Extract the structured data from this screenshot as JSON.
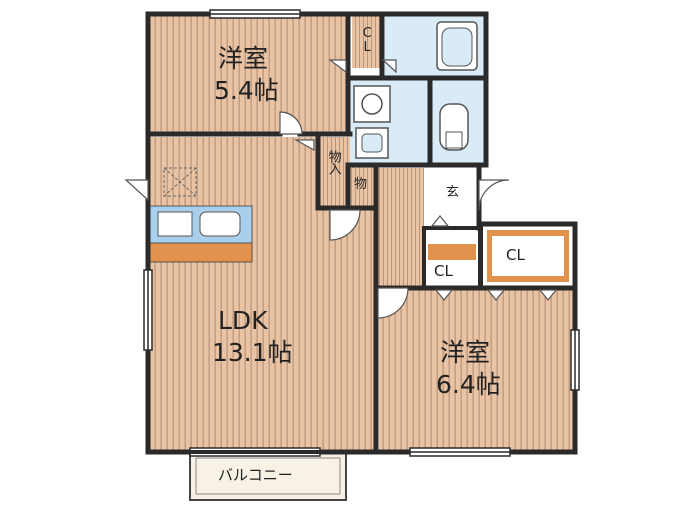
{
  "rooms": {
    "west_bedroom": {
      "name": "洋室",
      "size": "5.4帖"
    },
    "ldk": {
      "name": "LDK",
      "size": "13.1帖"
    },
    "east_bedroom": {
      "name": "洋室",
      "size": "6.4帖"
    }
  },
  "storage": {
    "cl_top": "CL",
    "mono_iri": "物入",
    "mono": "物",
    "cl_small": "CL",
    "cl_orange": "CL"
  },
  "entrance": "玄",
  "balcony": "バルコニー",
  "colors": {
    "floor_wood": "#e8c3a4",
    "floor_stripe": "#b88f75",
    "wall": "#2a2a2a",
    "wet_area": "#d9ebf7",
    "counter_orange": "#e3924e",
    "balcony_fill": "#f7f1e6"
  }
}
